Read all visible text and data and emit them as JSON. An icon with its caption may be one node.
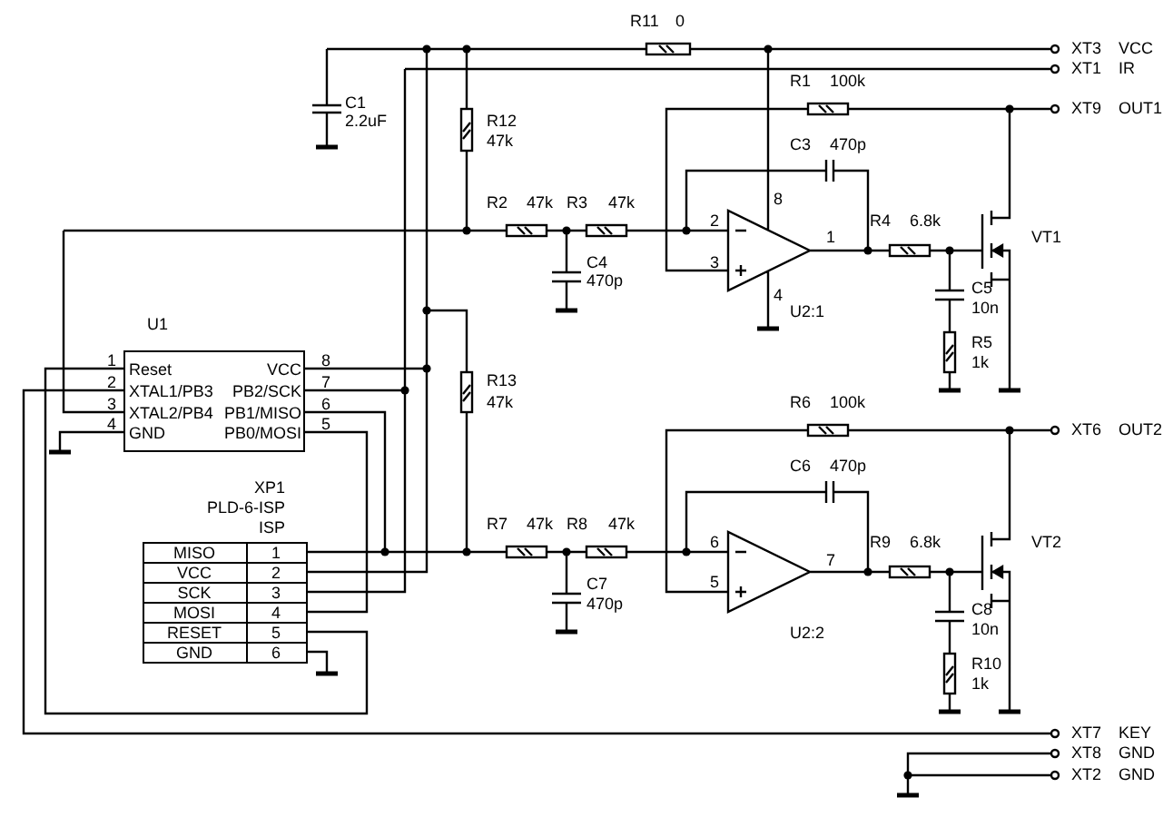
{
  "diagram": {
    "nodes": [
      {
        "text": [
          "Reset",
          "XTAL1/PB3",
          "XTAL2/PB4",
          "GND",
          "VCC",
          "PB2/SCK",
          "PB1/MISO",
          "PB0/MOSI"
        ],
        "beside": [
          "U1",
          "1",
          "8",
          "2",
          "7",
          "3",
          "6",
          "4",
          "5"
        ]
      }
    ],
    "labels": [
      "R11",
      "0",
      "XT3",
      "VCC",
      "XT1",
      "IR",
      "C1",
      "2.2uF",
      "R1",
      "100k",
      "XT9",
      "OUT1",
      "R12",
      "47k",
      "C3",
      "470p",
      "R2",
      "47k",
      "R3",
      "47k",
      "8",
      "2",
      "R4",
      "6.8k",
      "1",
      "VT1",
      "C4",
      "3",
      "470p",
      "4",
      "U2:1",
      "C5",
      "10n",
      "R5",
      "1k",
      "R13",
      "47k",
      "R6",
      "100k",
      "XT6",
      "OUT2",
      "C6",
      "470p",
      "XP1",
      "PLD-6-ISP",
      "ISP",
      "R7",
      "47k",
      "R8",
      "47k",
      "6",
      "R9",
      "6.8k",
      "VT2",
      "7",
      "5",
      "MISO",
      "1",
      "VCC",
      "2",
      "SCK",
      "3",
      "MOSI",
      "4",
      "RESET",
      "5",
      "GND",
      "6",
      "C7",
      "470p",
      "U2:2",
      "C8",
      "10n",
      "R10",
      "1k",
      "XT7",
      "KEY",
      "XT8",
      "GND",
      "XT2",
      "GND"
    ]
  }
}
